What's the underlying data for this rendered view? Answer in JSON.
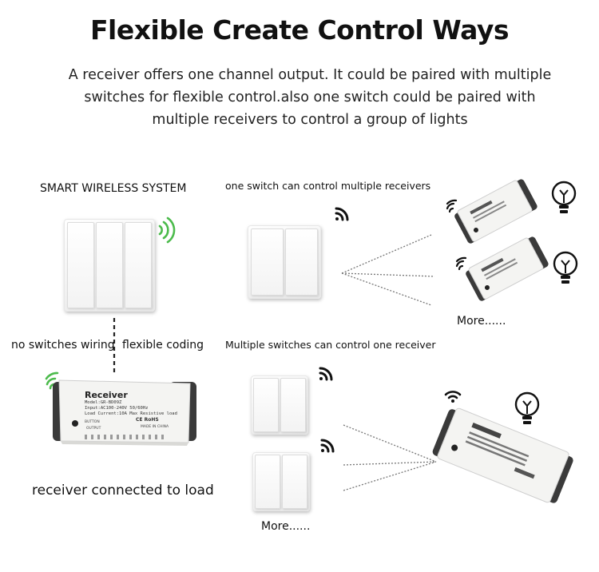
{
  "heading": {
    "title": "Flexible Create Control Ways",
    "subtitle": "A receiver offers one channel output. It could be paired with multiple switches for flexible control.also one switch could be paired with multiple receivers to control a group of lights"
  },
  "left": {
    "system_label": "SMART WIRELESS SYSTEM",
    "no_wiring_label": "no switches wiring",
    "coding_label": "flexible coding",
    "load_label": "receiver connected to load"
  },
  "top_right": {
    "caption": "one switch can control multiple receivers",
    "more_label": "More......"
  },
  "bottom_right": {
    "caption": "Multiple switches can control one receiver",
    "more_label": "More......"
  },
  "receiver_device": {
    "brand": "Receiver",
    "model": "Model:GR-BD09Z",
    "input": "Input:AC100-240V 50/60Hz",
    "load": "Load Current:10A Max Resistive load",
    "button": "BUTTON",
    "ce": "CE RoHS",
    "origin": "MADE IN CHINA",
    "output": "OUTPUT"
  },
  "colors": {
    "signal_green": "#4cbb4c",
    "signal_black": "#111111",
    "device_white": "#f4f4f2",
    "device_dark": "#3a3a3a"
  },
  "icons": [
    "wifi-signal-icon",
    "light-bulb-icon"
  ]
}
